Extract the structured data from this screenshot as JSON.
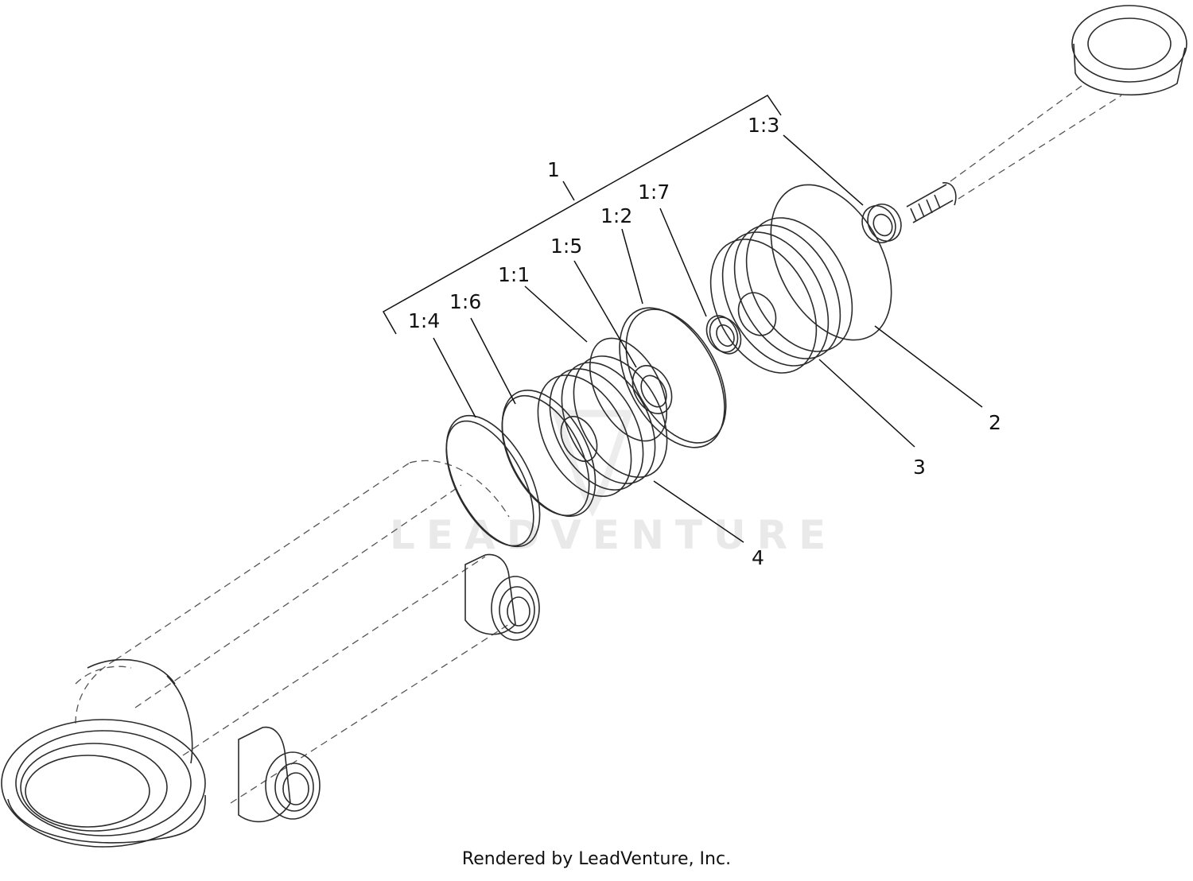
{
  "callouts": {
    "c1": "1",
    "c1_3": "1:3",
    "c1_7": "1:7",
    "c1_2": "1:2",
    "c1_5": "1:5",
    "c1_1": "1:1",
    "c1_6": "1:6",
    "c1_4": "1:4",
    "c2": "2",
    "c3": "3",
    "c4": "4"
  },
  "watermark": "LEADVENTURE",
  "footer": "Rendered by LeadVenture, Inc.",
  "colors": {
    "line": "#2b2b2b",
    "watermark": "#e9e9e9"
  }
}
